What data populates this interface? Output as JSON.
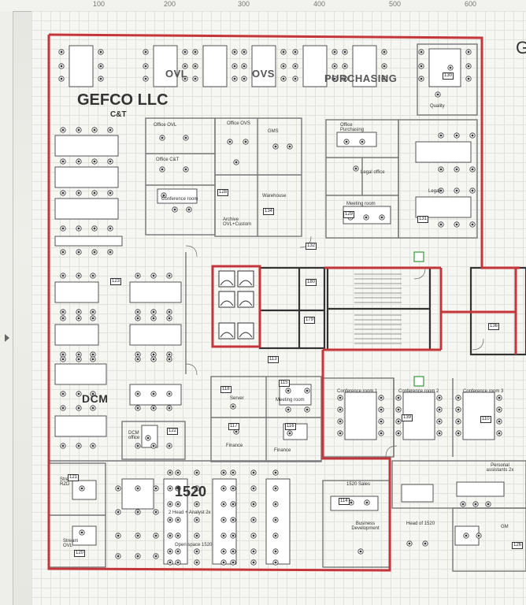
{
  "ruler": {
    "ticks": [
      "100",
      "200",
      "300",
      "400",
      "500",
      "600"
    ]
  },
  "company": {
    "name": "GEFCO LLC",
    "sub": "C&T"
  },
  "departments": [
    {
      "key": "ovl",
      "label": "OVL"
    },
    {
      "key": "ovs",
      "label": "OVS"
    },
    {
      "key": "purchasing",
      "label": "PURCHASING"
    },
    {
      "key": "dcm",
      "label": "DCM"
    },
    {
      "key": "zone1520",
      "label": "1520"
    }
  ],
  "rooms": [
    {
      "key": "office-ovl",
      "label": "Office OVL"
    },
    {
      "key": "office-ovs",
      "label": "Office OVS"
    },
    {
      "key": "gms",
      "label": "GMS"
    },
    {
      "key": "office-purchasing",
      "label": "Office Purchasing"
    },
    {
      "key": "office-ct",
      "label": "Office C&T"
    },
    {
      "key": "conference-room",
      "label": "Conference room"
    },
    {
      "key": "archive",
      "label": "Archive OVL+Custom"
    },
    {
      "key": "warehouse",
      "label": "Warehouse"
    },
    {
      "key": "legal-office",
      "label": "Legal office"
    },
    {
      "key": "legal",
      "label": "Legal"
    },
    {
      "key": "meeting-room-top",
      "label": "Meeting room"
    },
    {
      "key": "quality",
      "label": "Quality"
    },
    {
      "key": "server",
      "label": "Server"
    },
    {
      "key": "meeting-room",
      "label": "Meeting room"
    },
    {
      "key": "finance-1",
      "label": "Finance"
    },
    {
      "key": "finance-2",
      "label": "Finance"
    },
    {
      "key": "dcm-office",
      "label": "DCM office"
    },
    {
      "key": "conf-1",
      "label": "Conference room 1"
    },
    {
      "key": "conf-2",
      "label": "Conference room 2"
    },
    {
      "key": "conf-3",
      "label": "Conference room 3"
    },
    {
      "key": "sales-1520",
      "label": "1520 Sales"
    },
    {
      "key": "bizdev",
      "label": "Business Development"
    },
    {
      "key": "head-1520",
      "label": "Head of 1520"
    },
    {
      "key": "personal",
      "label": "Personal assistants 2x"
    },
    {
      "key": "gm",
      "label": "GM"
    },
    {
      "key": "stream-rzd",
      "label": "Stream RZD"
    },
    {
      "key": "stream-ovl",
      "label": "Stream OVL"
    },
    {
      "key": "open-space",
      "label": "Open space 1520"
    },
    {
      "key": "zone-note",
      "label": "2 Head + Analyst 2x"
    }
  ],
  "room_numbers": {
    "r130": "130",
    "r123": "123",
    "r131": "131",
    "r134": "134",
    "r132": "132",
    "r113": "113",
    "r118": "118",
    "r117": "117",
    "r116": "116",
    "r122": "122",
    "r110": "110",
    "r115": "115",
    "r114": "114",
    "r121": "121",
    "r120": "120",
    "r136": "136",
    "r128": "128",
    "r129": "129",
    "r180": "180",
    "r179": "179",
    "r139": "139",
    "r126": "126"
  },
  "edge_letter": "G"
}
